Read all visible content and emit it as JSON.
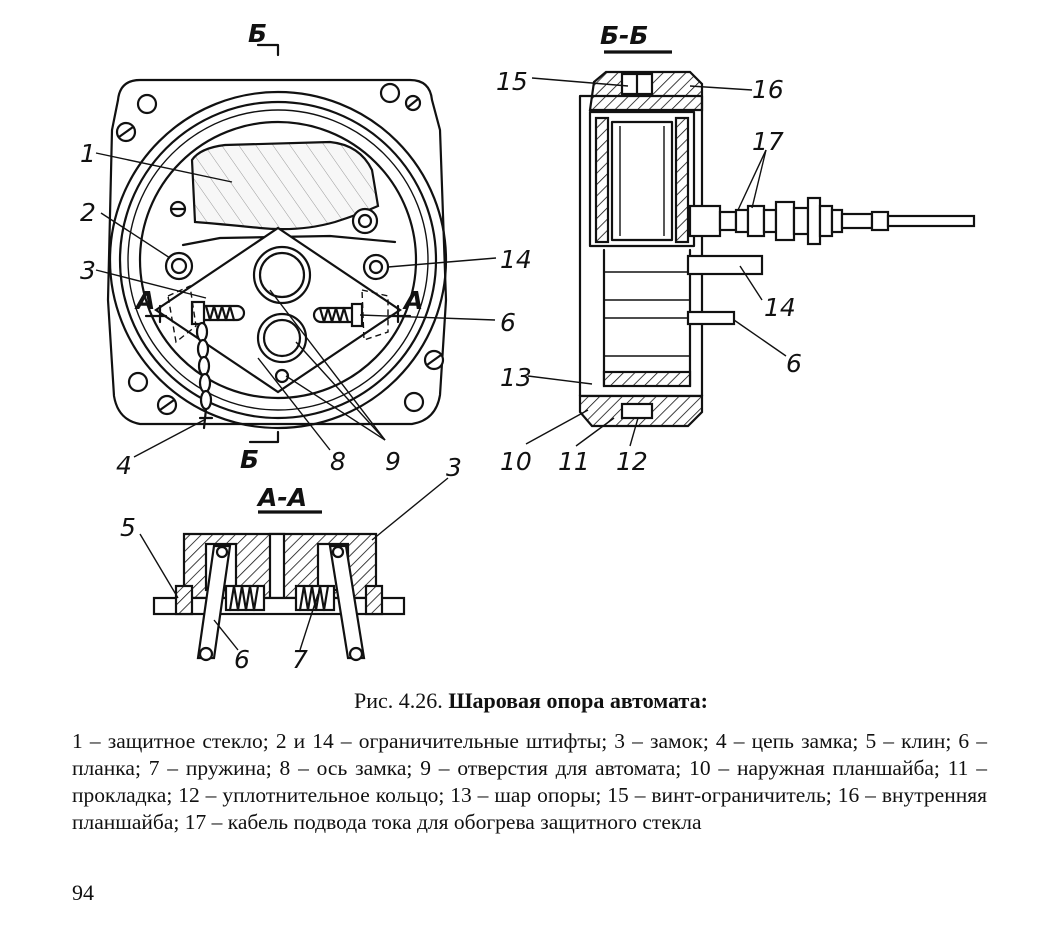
{
  "sections": {
    "front_top": "Б",
    "front_bottom": "Б",
    "cut_b": "Б-Б",
    "cut_a": "А-А",
    "arrow_a_left": "А",
    "arrow_a_right": "А"
  },
  "callouts": {
    "n1": "1",
    "n2": "2",
    "n3": "3",
    "n4": "4",
    "n5": "5",
    "n6": "6",
    "n7": "7",
    "n8": "8",
    "n9": "9",
    "n10": "10",
    "n11": "11",
    "n12": "12",
    "n13": "13",
    "n14": "14",
    "n15": "15",
    "n16": "16",
    "n17": "17",
    "n3_cut": "3",
    "n6_cut": "6",
    "n6_side": "6",
    "n14_side": "14"
  },
  "caption": {
    "prefix": "Рис. 4.26.",
    "title": "Шаровая опора автомата:"
  },
  "legend": "1 – защитное стекло; 2 и 14 – ограничительные штифты; 3 – замок; 4 – цепь замка; 5 – клин; 6 – планка; 7 – пружина; 8 – ось замка; 9 – отверстия для автомата; 10 – наружная планшайба; 11 – прокладка; 12 – уплотнительное кольцо; 13 – шар опоры; 15 – винт-ограничитель; 16 – внутренняя планшайба; 17 – кабель подвода тока для обогрева защитного стекла",
  "page_number": "94"
}
